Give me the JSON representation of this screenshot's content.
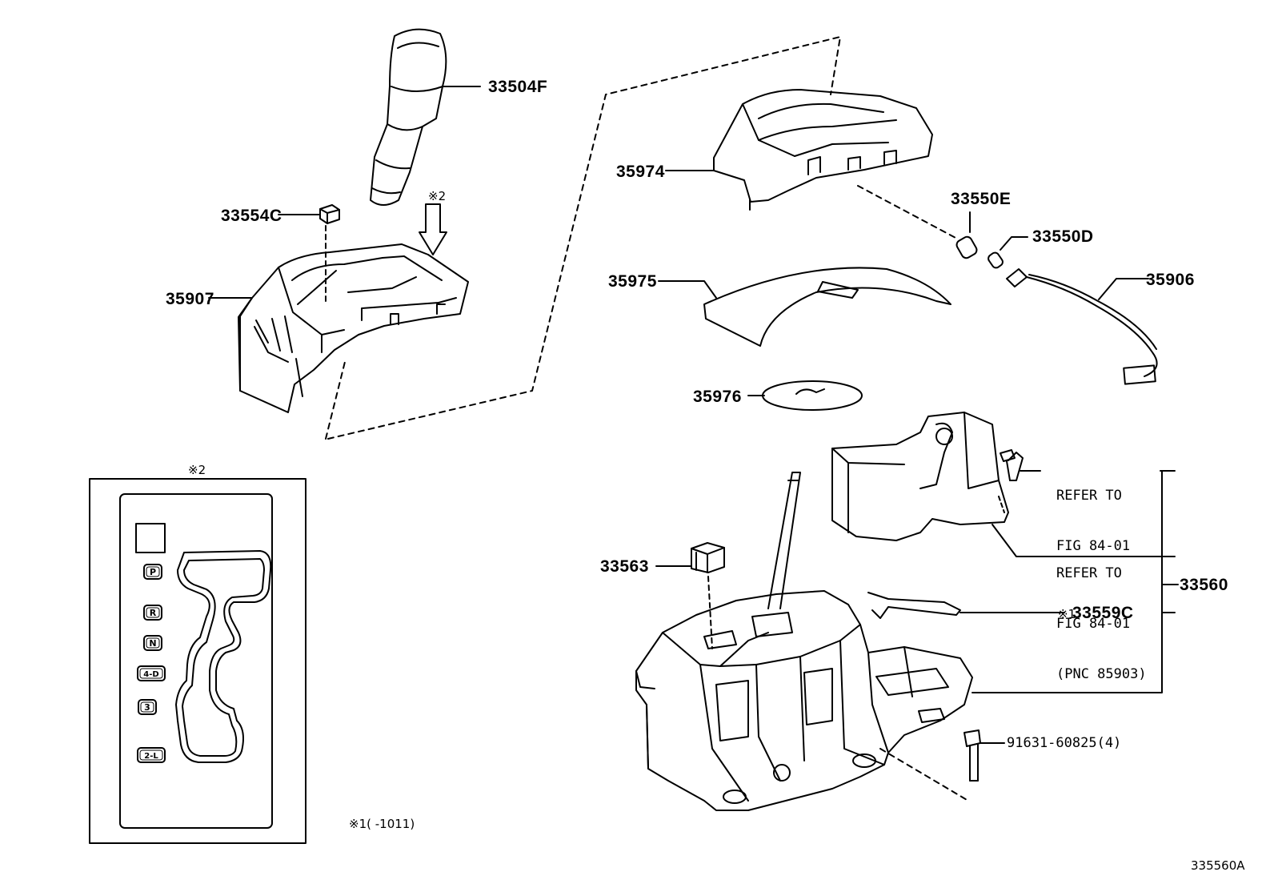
{
  "diagram_id": "335560A",
  "parts": {
    "p33504F": "33504F",
    "p33554C": "33554C",
    "p35907": "35907",
    "p35974": "35974",
    "p33550E": "33550E",
    "p33550D": "33550D",
    "p35906": "35906",
    "p35975": "35975",
    "p35976": "35976",
    "p33563": "33563",
    "p33560": "33560",
    "p33559C": "33559C",
    "p91631": "91631-60825(4)"
  },
  "notes": {
    "mark2_arrow": "※2",
    "mark2_inset": "※2",
    "mark1_prefix": "※1",
    "footnote": "※1(    -1011)"
  },
  "refs": {
    "refer1_line1": "REFER TO",
    "refer1_line2": "FIG 84-01",
    "refer2_line1": "REFER TO",
    "refer2_line2": "FIG 84-01",
    "refer2_line3": "(PNC 85903)"
  },
  "gate_positions": [
    "P",
    "R",
    "N",
    "4-D",
    "3",
    "2-L"
  ]
}
